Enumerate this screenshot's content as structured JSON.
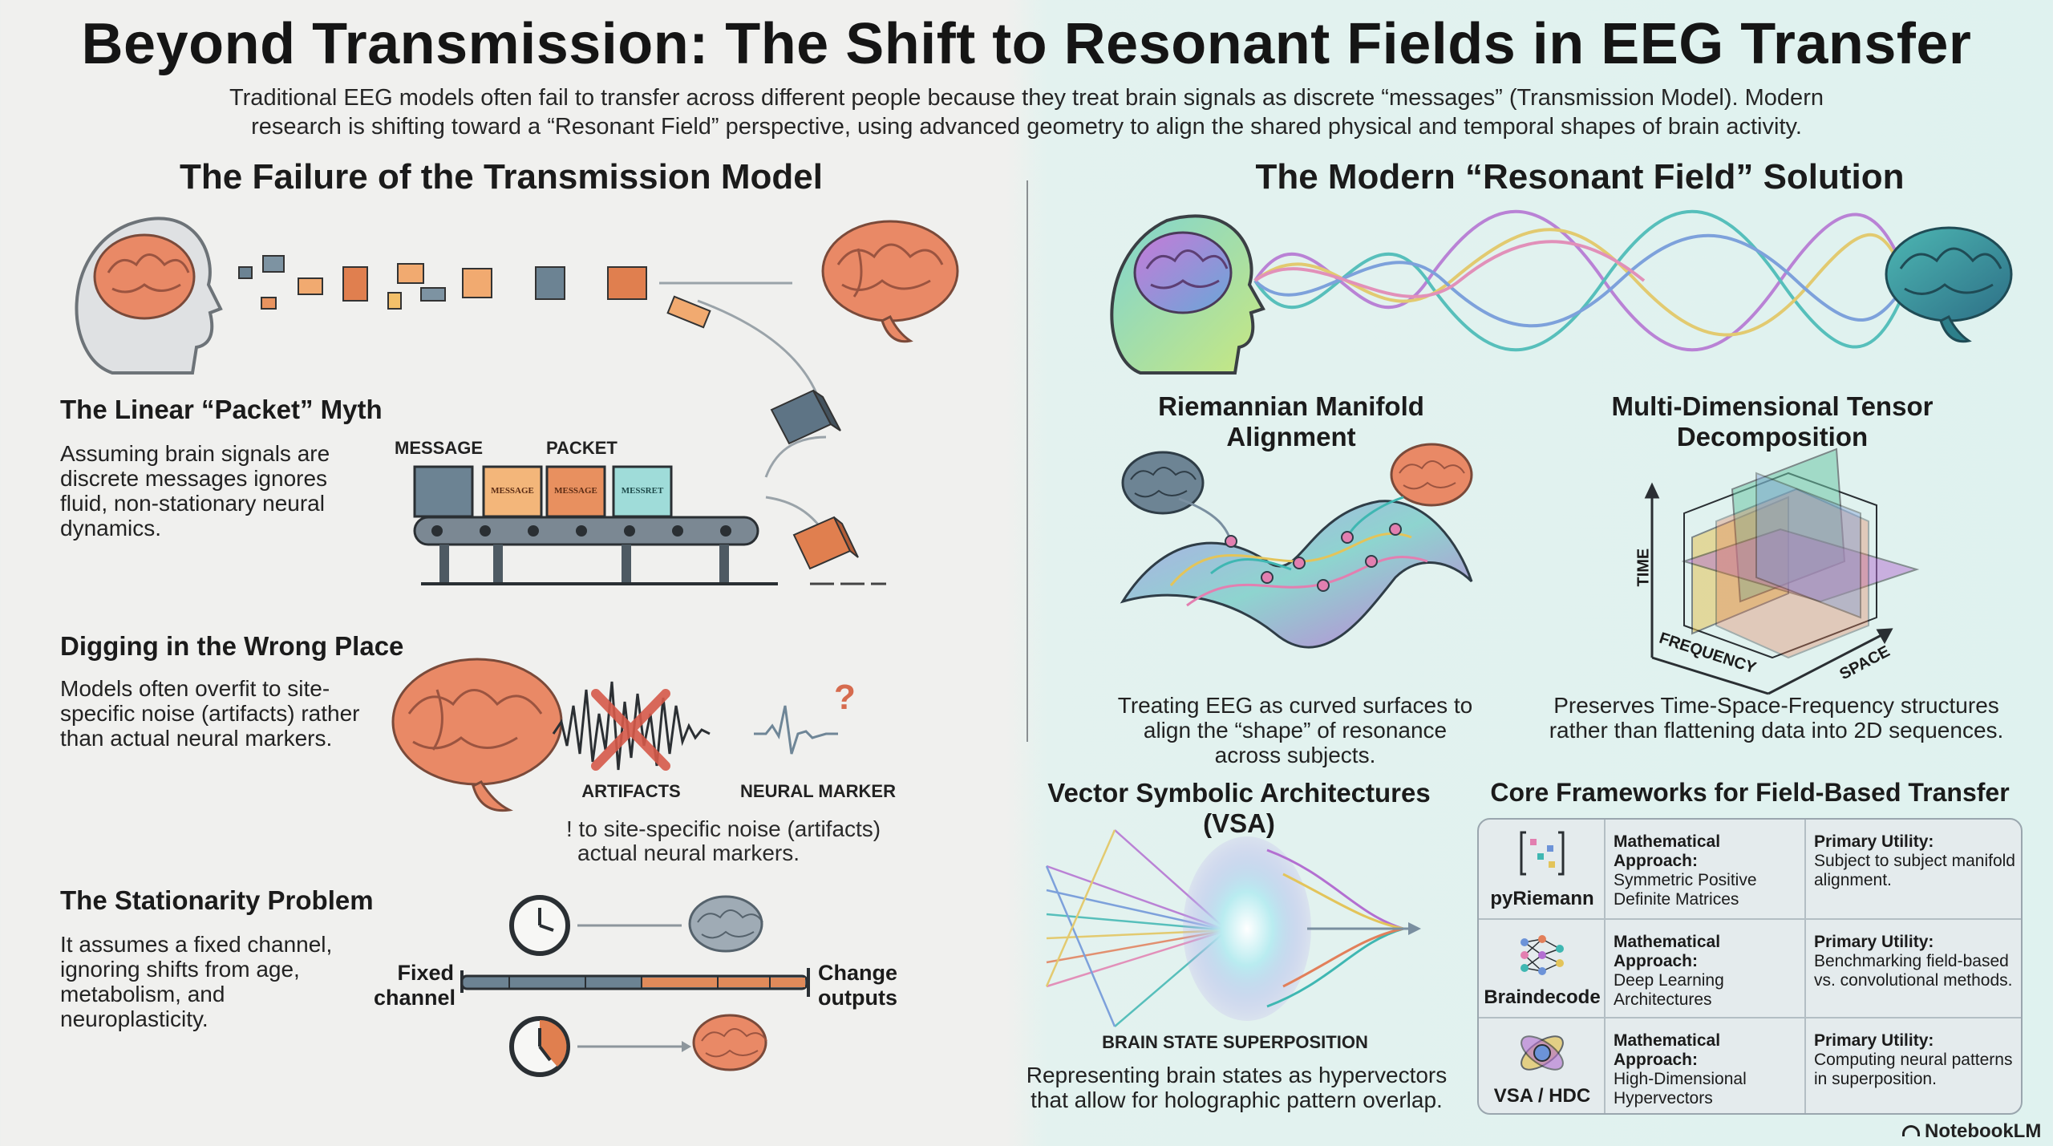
{
  "title": "Beyond Transmission: The Shift to Resonant Fields in EEG Transfer",
  "subtitle": "Traditional EEG models often fail to transfer across different people because they treat brain signals as discrete “messages” (Transmission Model). Modern research is shifting toward a “Resonant Field” perspective, using advanced geometry to align the shared physical and temporal shapes of brain activity.",
  "left": {
    "heading": "The Failure of the Transmission Model",
    "packet": {
      "title": "The Linear “Packet” Myth",
      "text": "Assuming brain signals are discrete messages ignores fluid, non-stationary neural dynamics.",
      "label_message": "MESSAGE",
      "label_packet": "PACKET",
      "box_labels": [
        "MESSAGE",
        "MESSAGE",
        "MESSRET"
      ]
    },
    "digging": {
      "title": "Digging in the Wrong Place",
      "text": "Models often overfit to site-specific noise (artifacts) rather than actual neural markers.",
      "label_artifacts": "ARTIFACTS",
      "label_marker": "NEURAL MARKER",
      "question_mark": "?",
      "fragment_1": "! to site-specific noise (artifacts)",
      "fragment_2": "actual neural markers."
    },
    "stationarity": {
      "title": "The Stationarity Problem",
      "text": "It assumes a fixed channel, ignoring shifts from age, metabolism, and neuroplasticity.",
      "label_fixed": "Fixed channel",
      "label_change": "Change outputs"
    }
  },
  "right": {
    "heading": "The Modern “Resonant Field” Solution",
    "riemann": {
      "title": "Riemannian Manifold Alignment",
      "caption": "Treating EEG as curved surfaces to align the “shape” of resonance across subjects."
    },
    "tensor": {
      "title": "Multi-Dimensional Tensor Decomposition",
      "caption": "Preserves Time-Space-Frequency structures rather than flattening data into 2D sequences.",
      "axis_time": "TIME",
      "axis_frequency": "FREQUENCY",
      "axis_space": "SPACE"
    },
    "vsa": {
      "title": "Vector Symbolic Architectures (VSA)",
      "label": "BRAIN STATE SUPERPOSITION",
      "caption": "Representing brain states as hypervectors that allow for holographic pattern overlap."
    },
    "frameworks": {
      "title": "Core Frameworks for Field-Based Transfer",
      "approach_label": "Mathematical Approach:",
      "utility_label": "Primary Utility:",
      "rows": [
        {
          "name": "pyRiemann",
          "approach": "Symmetric Positive Definite Matrices",
          "utility": "Subject to subject manifold alignment.",
          "icon": "matrix-icon"
        },
        {
          "name": "Braindecode",
          "approach": "Deep Learning Architectures",
          "utility": "Benchmarking field-based vs. convolutional methods.",
          "icon": "neural-network-icon"
        },
        {
          "name": "VSA / HDC",
          "approach": "High-Dimensional Hypervectors",
          "utility": "Computing neural patterns in superposition.",
          "icon": "hypervector-orbit-icon"
        }
      ]
    }
  },
  "branding": "NotebookLM",
  "colors": {
    "orange": "#e07f4f",
    "slate": "#5f7382",
    "teal": "#7ccfc9",
    "peach": "#f3b67a"
  }
}
